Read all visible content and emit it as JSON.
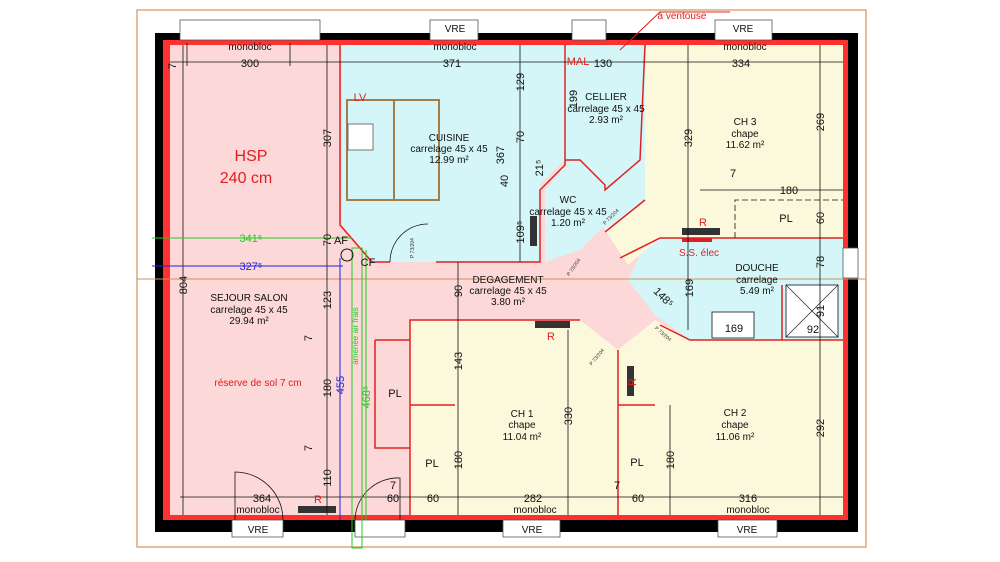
{
  "header": {
    "hsp_label": "HSP",
    "hsp_value": "240 cm"
  },
  "rooms": {
    "cuisine": {
      "name": "CUISINE",
      "floor": "carrelage 45 x 45",
      "area": "12.99 m²"
    },
    "cellier": {
      "name": "CELLIER",
      "floor": "carrelage 45 x 45",
      "area": "2.93 m²"
    },
    "ch3": {
      "name": "CH 3",
      "floor": "chape",
      "area": "11.62 m²"
    },
    "wc": {
      "name": "WC",
      "floor": "carrelage 45 x 45",
      "area": "1.20 m²"
    },
    "degagement": {
      "name": "DEGAGEMENT",
      "floor": "carrelage 45 x 45",
      "area": "3.80 m²"
    },
    "douche": {
      "name": "DOUCHE",
      "floor": "carrelage",
      "area": "5.49 m²"
    },
    "sejour": {
      "name": "SEJOUR SALON",
      "floor": "carrelage 45 x 45",
      "area": "29.94 m²",
      "note": "réserve de sol 7 cm"
    },
    "ch1": {
      "name": "CH 1",
      "floor": "chape",
      "area": "11.04 m²"
    },
    "ch2": {
      "name": "CH 2",
      "floor": "chape",
      "area": "11.06 m²"
    }
  },
  "closets": [
    "PL",
    "PL",
    "PL",
    "PL"
  ],
  "annotations": {
    "lv": "LV",
    "mal": "MAL",
    "ventouse": "à ventouse",
    "ss_elec": "S.S. élec",
    "radiator": "R",
    "af": "AF",
    "cf": "CF",
    "air": "amenée air frais",
    "door": "P 73/204"
  },
  "windows": {
    "vre": "VRE",
    "monobloc": "monobloc"
  },
  "dims": {
    "h": [
      "300",
      "371",
      "130",
      "334",
      "180",
      "7",
      "364",
      "60",
      "60",
      "282",
      "60",
      "316",
      "92",
      "169",
      "7",
      "7"
    ],
    "v": [
      "307",
      "70",
      "804",
      "123",
      "7",
      "180",
      "7",
      "110",
      "129",
      "367",
      "70",
      "40",
      "21⁵",
      "109⁵",
      "199",
      "329",
      "269",
      "60",
      "78",
      "169",
      "90",
      "143",
      "180",
      "330",
      "180",
      "292",
      "91",
      "148⁵",
      "7"
    ],
    "green_h": "341⁵",
    "blue_h": "327⁵",
    "blue_v": "455",
    "green_v": "468⁵"
  },
  "colors": {
    "living": "#fcd8d8",
    "wet": "#d4f6f8",
    "bedroom": "#fcf8dc",
    "wall": "#e02020",
    "exterior": "#000000",
    "frame": "#d2915a"
  }
}
